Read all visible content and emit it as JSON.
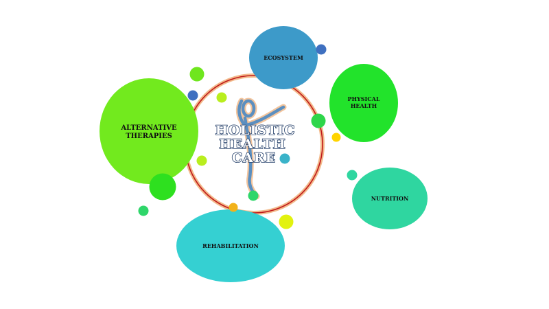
{
  "center": {
    "title_lines": [
      "HOLISTIC",
      "HEALTH",
      "CARE"
    ]
  },
  "bubbles": {
    "ecosystem": [
      "ECOSYSTEM"
    ],
    "physical_health": [
      "PHYSICAL",
      "HEALTH"
    ],
    "nutrition": [
      "NUTRITION"
    ],
    "rehabilitation": [
      "REHABILITATION"
    ],
    "alternative_therapies": [
      "ALTERNATIVE",
      "THERAPIES"
    ]
  },
  "colors": {
    "ring_outer": "#f2b98a",
    "ring_inner": "#c0181b",
    "ecosystem": "#3d9ac9",
    "physical_health": "#22e32b",
    "nutrition": "#2fd6a0",
    "rehabilitation": "#35d0d2",
    "alternative_therapies": "#72ea1e",
    "figure_fill": "#5b8fc0",
    "figure_glow": "#f3c49c",
    "dot_blue": "#3f70c0",
    "dot_teal": "#3ab3c9",
    "dot_green": "#2fd66a",
    "dot_lime": "#b9ee1e",
    "dot_yellow": "#ffd400",
    "dot_orange": "#f2b21a"
  }
}
